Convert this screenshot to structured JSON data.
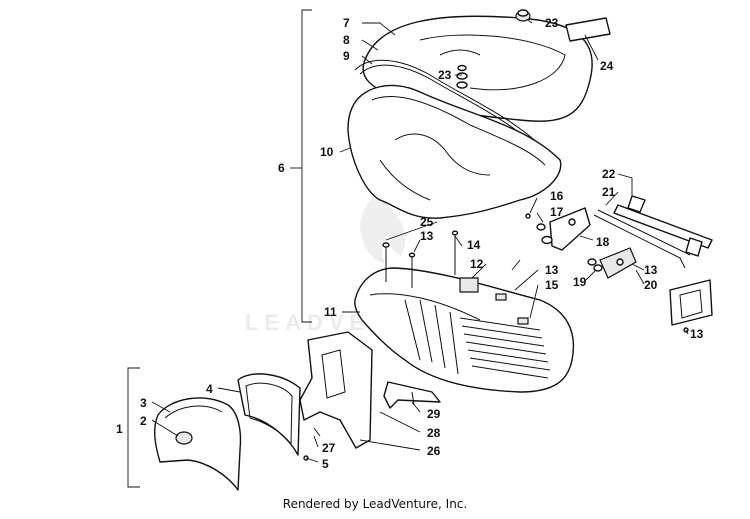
{
  "watermark": "LEADVENTURE",
  "footer_text": "Rendered by LeadVenture, Inc.",
  "callouts": {
    "c1": "1",
    "c2": "2",
    "c3": "3",
    "c4": "4",
    "c5": "5",
    "c6": "6",
    "c7": "7",
    "c8": "8",
    "c9": "9",
    "c10": "10",
    "c11": "11",
    "c12": "12",
    "c13a": "13",
    "c13b": "13",
    "c13c": "13",
    "c13d": "13",
    "c14": "14",
    "c15": "15",
    "c16": "16",
    "c17": "17",
    "c18": "18",
    "c19": "19",
    "c20": "20",
    "c21": "21",
    "c22": "22",
    "c23a": "23",
    "c23b": "23",
    "c24": "24",
    "c25": "25",
    "c26": "26",
    "c27": "27",
    "c28": "28",
    "c29": "29"
  }
}
